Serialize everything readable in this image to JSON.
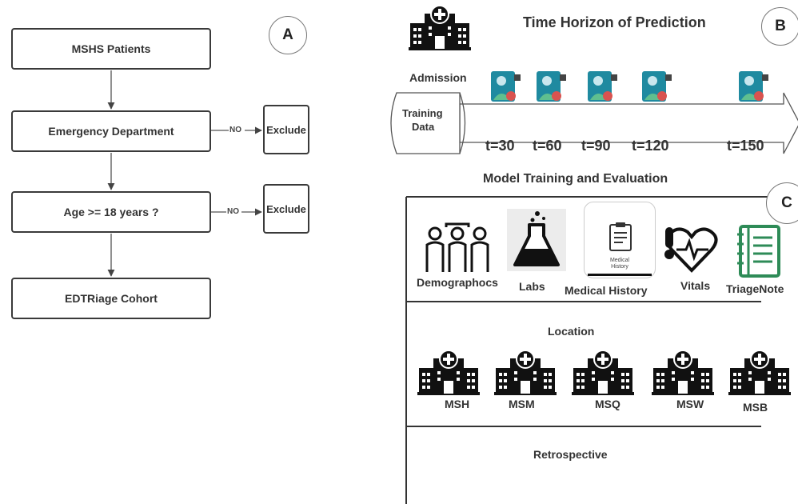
{
  "panel_a": {
    "badge": "A",
    "steps": [
      "MSHS Patients",
      "Emergency  Department",
      "Age >= 18 years ?",
      "EDTRiage Cohort"
    ],
    "no_label_1": "NO",
    "no_label_2": "NO",
    "exclude_1": "Exclude",
    "exclude_2": "Exclude"
  },
  "panel_b": {
    "badge": "B",
    "title": "Time Horizon of Prediction",
    "admission": "Admission",
    "training_data_line1": "Training",
    "training_data_line2": "Data",
    "timepoints": [
      "t=30",
      "t=60",
      "t=90",
      "t=120",
      "t=150"
    ]
  },
  "panel_c": {
    "header": "Model Training and Evaluation",
    "badge": "C",
    "features": [
      "Demographocs",
      "Labs",
      "Medical History",
      "Vitals",
      "TriageNote"
    ],
    "medical_history_icon_text_1": "Medical",
    "medical_history_icon_text_2": "History",
    "location_label": "Location",
    "sites": [
      "MSH",
      "MSM",
      "MSQ",
      "MSW",
      "MSB"
    ],
    "retrospective_label": "Retrospective"
  },
  "colors": {
    "line": "#3a3a3a",
    "icon_dark": "#111111",
    "notebook_green": "#2e8b57",
    "patient_teal": "#1f8aa0",
    "patient_red": "#d9534f"
  }
}
